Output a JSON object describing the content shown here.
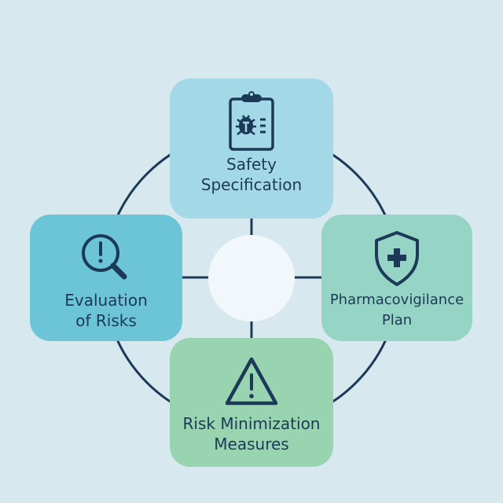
{
  "colors": {
    "background": "#d7e9ef",
    "line": "#1c3a58",
    "top": "#a3d8e6",
    "left": "#6bc5d6",
    "right": "#96d5c5",
    "bottom": "#98d4b0"
  },
  "nodes": {
    "top": {
      "line1": "Safety",
      "line2": "Specification",
      "icon": "clipboard-bug-icon"
    },
    "left": {
      "line1": "Evaluation",
      "line2": "of Risks",
      "icon": "magnifier-alert-icon"
    },
    "right": {
      "line1": "Pharmacovigilance",
      "line2": "Plan",
      "icon": "shield-plus-icon"
    },
    "bottom": {
      "line1": "Risk Minimization",
      "line2": "Measures",
      "icon": "warning-triangle-icon"
    }
  }
}
